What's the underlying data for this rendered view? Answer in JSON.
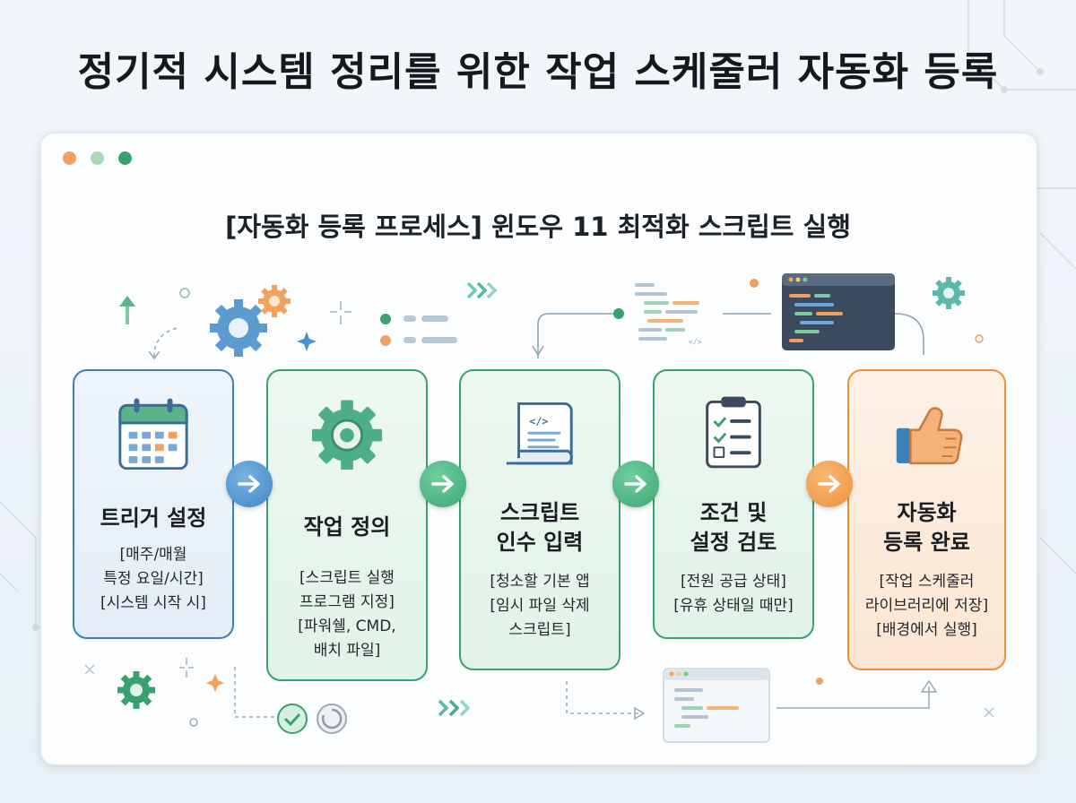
{
  "title": "정기적 시스템 정리를 위한 작업 스케줄러 자동화 등록",
  "subtitle": "[자동화 등록 프로세스] 윈도우 11 최적화 스크립트 실행",
  "window_dots": [
    "#f0a060",
    "#a8d8b8",
    "#3aa070"
  ],
  "steps": [
    {
      "icon": "calendar-icon",
      "title": [
        "트리거 설정"
      ],
      "desc": [
        "[매주/매월",
        "특정 요일/시간]",
        "[시스템 시작 시]"
      ],
      "accent": "#3c7fb8"
    },
    {
      "icon": "gear-icon",
      "title": [
        "작업 정의"
      ],
      "desc": [
        "[스크립트 실행",
        "프로그램 지정]",
        "[파워쉘, CMD,",
        "배치 파일]"
      ],
      "accent": "#3aa070"
    },
    {
      "icon": "script-scroll-icon",
      "title": [
        "스크립트",
        "인수 입력"
      ],
      "desc": [
        "[청소할 기본 앱",
        "[임시 파일 삭제",
        "스크립트]"
      ],
      "accent": "#3aa070"
    },
    {
      "icon": "checklist-clipboard-icon",
      "title": [
        "조건 및",
        "설정 검토"
      ],
      "desc": [
        "[전원 공급 상태]",
        "[유휴 상태일 때만]"
      ],
      "accent": "#3aa070"
    },
    {
      "icon": "thumbs-up-icon",
      "title": [
        "자동화",
        "등록 완료"
      ],
      "desc": [
        "[작업 스케줄러",
        "라이브러리에 저장]",
        "[배경에서 실행]"
      ],
      "accent": "#ef8f3a"
    }
  ],
  "arrows": [
    {
      "icon": "arrow-right-icon",
      "color": "#3d86c6"
    },
    {
      "icon": "arrow-right-icon",
      "color": "#3aa872"
    },
    {
      "icon": "arrow-right-icon",
      "color": "#3aa872"
    },
    {
      "icon": "arrow-right-icon",
      "color": "#f0903a"
    }
  ]
}
